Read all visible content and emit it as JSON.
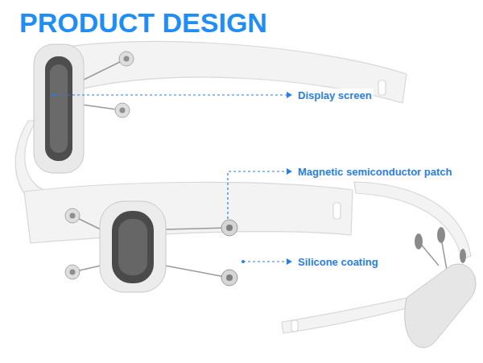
{
  "diagram": {
    "title": "PRODUCT DESIGN",
    "labels": [
      "Display screen",
      "Magnetic semiconductor patch",
      "Silicone coating"
    ]
  }
}
